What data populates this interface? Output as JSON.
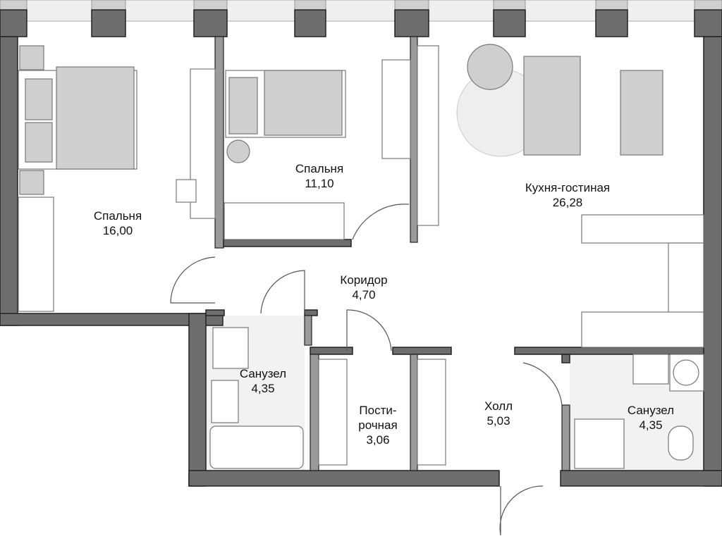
{
  "rooms": [
    {
      "name": "Спальня",
      "area": "16,00"
    },
    {
      "name": "Спальня",
      "area": "11,10"
    },
    {
      "name": "Кухня-гостиная",
      "area": "26,28"
    },
    {
      "name": "Коридор",
      "area": "4,70"
    },
    {
      "name": "Санузел",
      "area": "4,35"
    },
    {
      "name": "Пости-",
      "name2": "рочная",
      "area": "3,06"
    },
    {
      "name": "Холл",
      "area": "5,03"
    },
    {
      "name": "Санузел",
      "area": "4,35"
    }
  ],
  "colors": {
    "wall": "#6e6e6e",
    "furniture": "#cfcfcf",
    "tile": "#f2f2f2"
  }
}
